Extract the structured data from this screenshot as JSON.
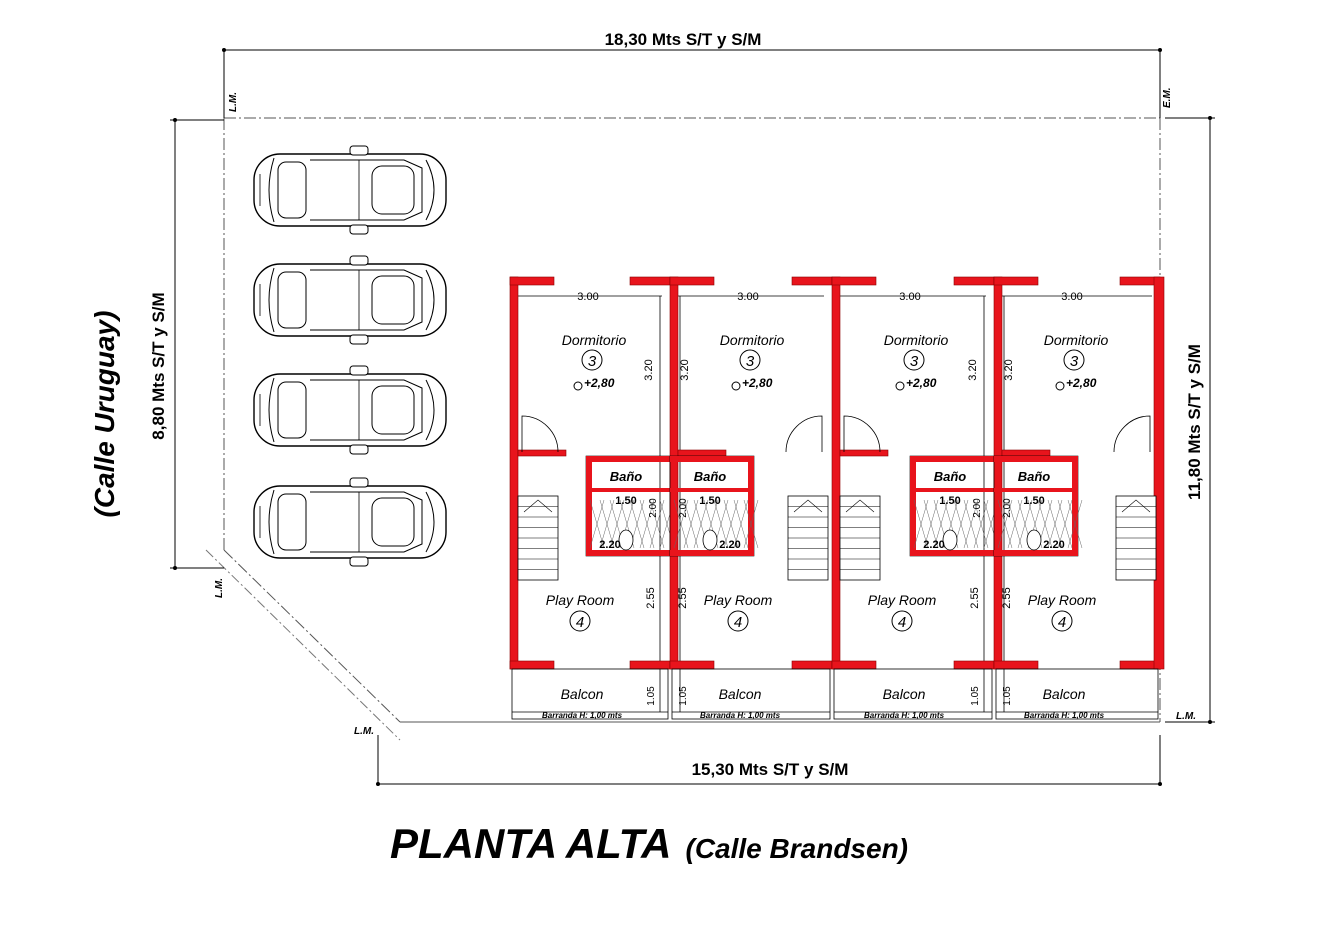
{
  "dimensions": {
    "top": "18,30 Mts  S/T y S/M",
    "bottom": "15,30 Mts  S/T y S/M",
    "left": "8,80 Mts  S/T y S/M",
    "right": "11,80 Mts  S/T y S/M"
  },
  "street_left": "(Calle Uruguay)",
  "title": {
    "main": "PLANTA ALTA",
    "sub": "(Calle Brandsen)"
  },
  "markers": {
    "lm": "L.M.",
    "em": "E.M."
  },
  "unit_labels": {
    "dormitorio": "Dormitorio",
    "dormitorio_num": "3",
    "level": "+2,80",
    "bano": "Baño",
    "playroom": "Play Room",
    "playroom_num": "4",
    "balcon": "Balcon",
    "barranda": "Barranda H: 1,00 mts"
  },
  "unit_dims": {
    "width": "3.00",
    "dorm_depth": "3.20",
    "bath_w": "1.50",
    "bath_d": "2.00",
    "bath_lower": "2.20",
    "play_depth": "2.55",
    "balcon_depth": "1.05"
  },
  "cars": {
    "count": 4
  },
  "units": {
    "count": 4
  }
}
